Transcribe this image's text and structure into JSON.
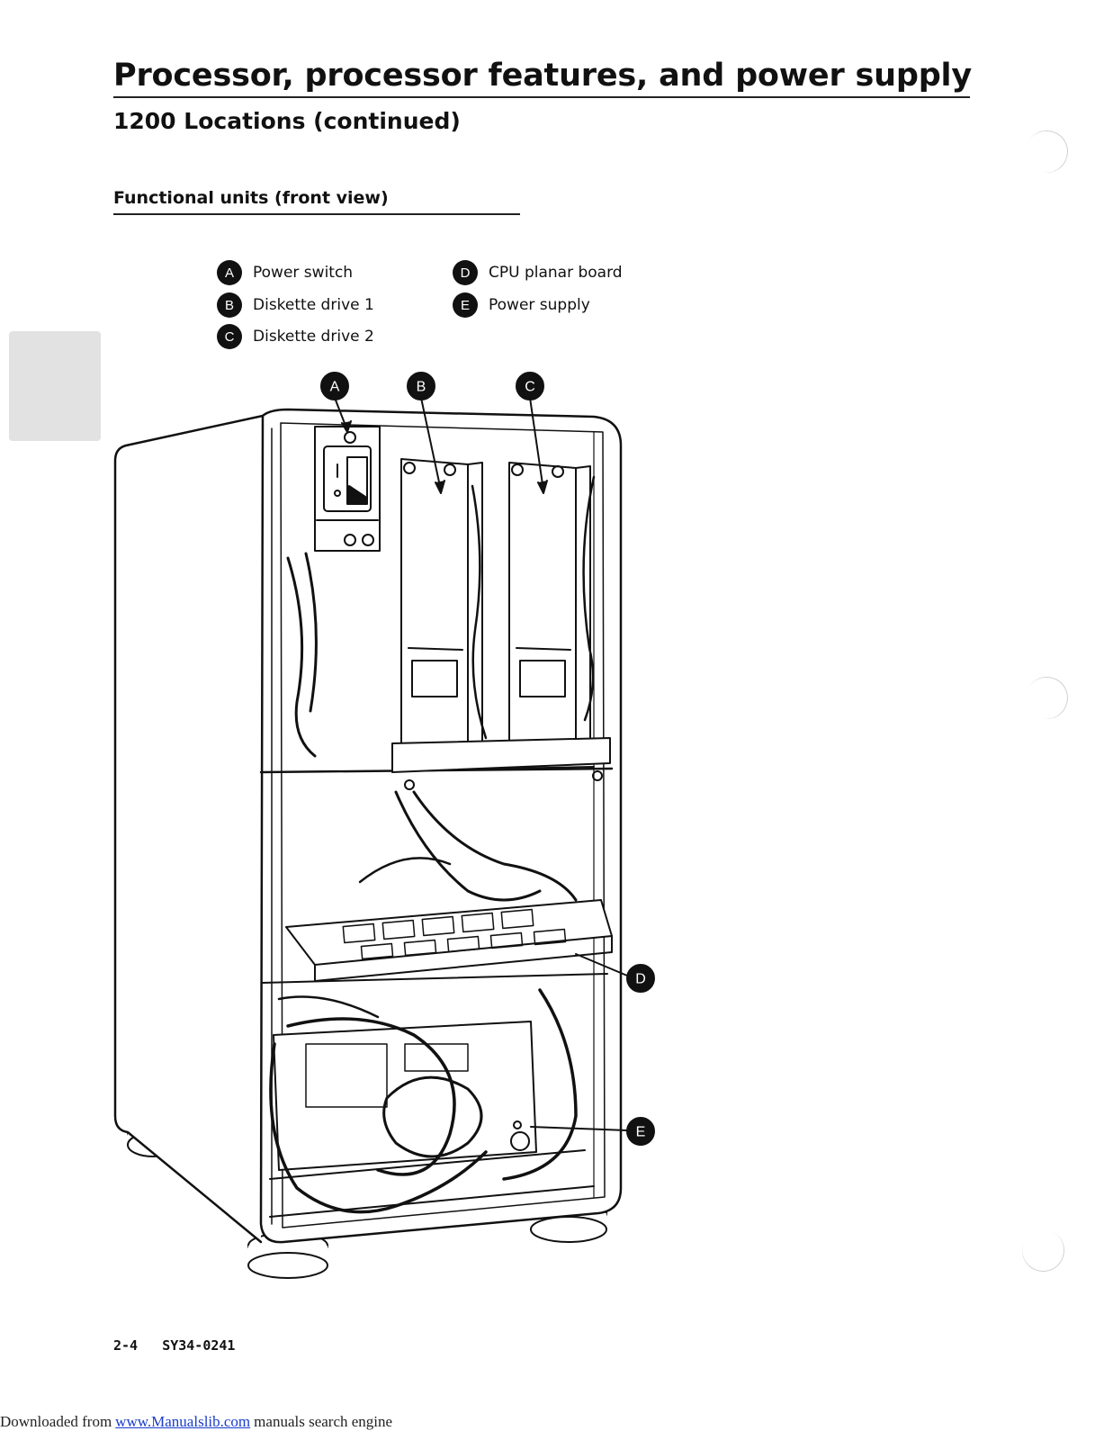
{
  "page": {
    "title": "Processor, processor features, and power supply",
    "section": "1200 Locations (continued)",
    "subsection": "Functional units (front view)"
  },
  "legend": [
    {
      "key": "A",
      "label": "Power switch"
    },
    {
      "key": "B",
      "label": "Diskette drive 1"
    },
    {
      "key": "C",
      "label": "Diskette drive 2"
    },
    {
      "key": "D",
      "label": "CPU planar board"
    },
    {
      "key": "E",
      "label": "Power supply"
    }
  ],
  "figure": {
    "callouts": [
      "A",
      "B",
      "C",
      "D",
      "E"
    ]
  },
  "footer": {
    "page_number": "2-4",
    "doc_id": "SY34-0241",
    "download_prefix": "Downloaded from",
    "download_link": "www.Manualslib.com",
    "download_suffix": "manuals search engine"
  },
  "colors": {
    "ink": "#111111",
    "link": "#1a3ccd",
    "paper": "#ffffff"
  }
}
